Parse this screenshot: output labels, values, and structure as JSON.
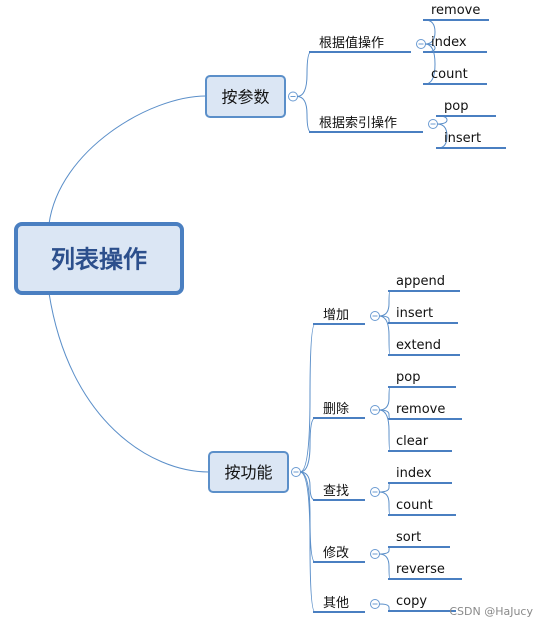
{
  "mindmap": {
    "root": "列表操作",
    "branches": [
      {
        "label": "按参数",
        "groups": [
          {
            "label": "根据值操作",
            "items": [
              "remove",
              "index",
              "count"
            ]
          },
          {
            "label": "根据索引操作",
            "items": [
              "pop",
              "insert"
            ]
          }
        ]
      },
      {
        "label": "按功能",
        "groups": [
          {
            "label": "增加",
            "items": [
              "append",
              "insert",
              "extend"
            ]
          },
          {
            "label": "删除",
            "items": [
              "pop",
              "remove",
              "clear"
            ]
          },
          {
            "label": "查找",
            "items": [
              "index",
              "count"
            ]
          },
          {
            "label": "修改",
            "items": [
              "sort",
              "reverse"
            ]
          },
          {
            "label": "其他",
            "items": [
              "copy"
            ]
          }
        ]
      }
    ]
  },
  "colors": {
    "line": "#5b8fc9",
    "underline": "#4a7fc1",
    "branch_fill": "#dbe6f4",
    "branch_border": "#5b8fc9",
    "root_fill": "#dbe6f4",
    "root_border": "#4a7fc1",
    "collapse_icon": "#6b9bd2"
  },
  "watermark": "CSDN @HaJucy"
}
